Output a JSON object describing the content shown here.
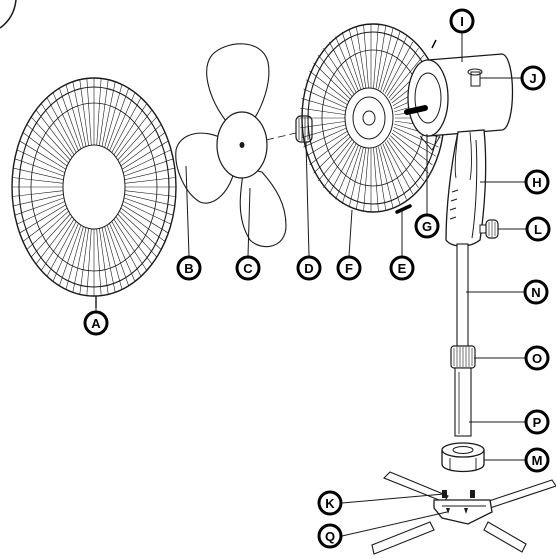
{
  "diagram": {
    "labels": {
      "A": "A",
      "B": "B",
      "C": "C",
      "D": "D",
      "E": "E",
      "F": "F",
      "G": "G",
      "H": "H",
      "I": "I",
      "J": "J",
      "K": "K",
      "L": "L",
      "M": "M",
      "N": "N",
      "O": "O",
      "P": "P",
      "Q": "Q"
    }
  }
}
